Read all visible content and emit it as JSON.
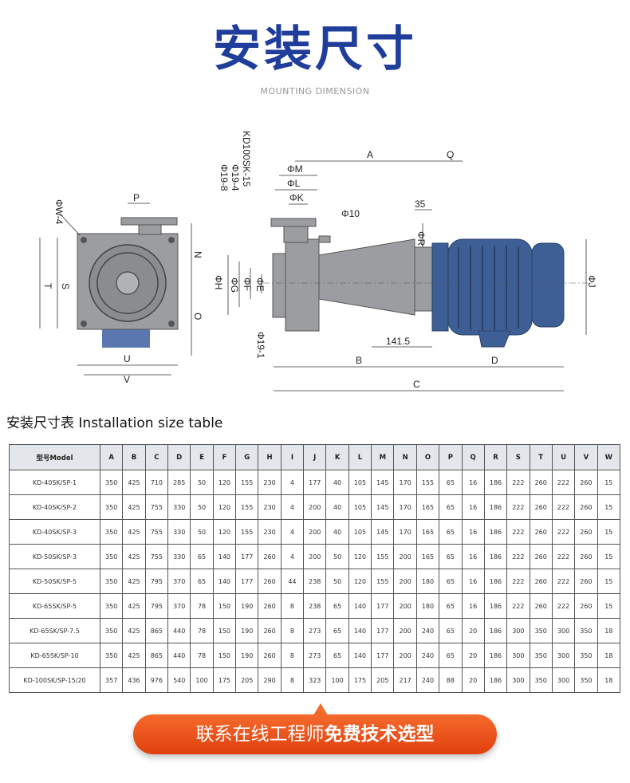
{
  "header": {
    "title": "安装尺寸",
    "subtitle": "MOUNTING DIMENSION"
  },
  "drawing": {
    "labels": {
      "A": "A",
      "Q": "Q",
      "M": "ΦM",
      "L": "ΦL",
      "K": "ΦK",
      "d10": "Φ10",
      "r35": "35",
      "R": "ΦR",
      "J": "ΦJ",
      "H": "ΦH",
      "G": "ΦG",
      "F": "ΦF",
      "E": "ΦE",
      "n191": "Φ19-1",
      "v1415": "141.5",
      "B": "B",
      "D": "D",
      "C": "C",
      "N": "N",
      "O": "O",
      "P": "P",
      "W4": "ΦW-4",
      "T": "T",
      "S": "S",
      "U": "U",
      "V": "V",
      "kd": "KD100SK-15",
      "p194": "Φ19-4",
      "p198": "Φ19-8"
    },
    "colors": {
      "pump": "#9b9da1",
      "motor": "#3e5f96",
      "base": "#5a77b0"
    }
  },
  "table": {
    "title": "安装尺寸表 Installation size table",
    "headers": [
      "型号Model",
      "A",
      "B",
      "C",
      "D",
      "E",
      "F",
      "G",
      "H",
      "I",
      "J",
      "K",
      "L",
      "M",
      "N",
      "O",
      "P",
      "Q",
      "R",
      "S",
      "T",
      "U",
      "V",
      "W"
    ],
    "rows": [
      [
        "KD-40SK/SP-1",
        "350",
        "425",
        "710",
        "285",
        "50",
        "120",
        "155",
        "230",
        "4",
        "177",
        "40",
        "105",
        "145",
        "170",
        "155",
        "65",
        "16",
        "186",
        "222",
        "260",
        "222",
        "260",
        "15"
      ],
      [
        "KD-40SK/SP-2",
        "350",
        "425",
        "755",
        "330",
        "50",
        "120",
        "155",
        "230",
        "4",
        "200",
        "40",
        "105",
        "145",
        "170",
        "165",
        "65",
        "16",
        "186",
        "222",
        "260",
        "222",
        "260",
        "15"
      ],
      [
        "KD-40SK/SP-3",
        "350",
        "425",
        "755",
        "330",
        "50",
        "120",
        "155",
        "230",
        "4",
        "200",
        "40",
        "105",
        "145",
        "170",
        "165",
        "65",
        "16",
        "186",
        "222",
        "260",
        "222",
        "260",
        "15"
      ],
      [
        "KD-50SK/SP-3",
        "350",
        "425",
        "755",
        "330",
        "65",
        "140",
        "177",
        "260",
        "4",
        "200",
        "50",
        "120",
        "155",
        "200",
        "165",
        "65",
        "16",
        "186",
        "222",
        "260",
        "222",
        "260",
        "15"
      ],
      [
        "KD-50SK/SP-5",
        "350",
        "425",
        "795",
        "370",
        "65",
        "140",
        "177",
        "260",
        "44",
        "238",
        "50",
        "120",
        "155",
        "200",
        "180",
        "65",
        "16",
        "186",
        "222",
        "260",
        "222",
        "260",
        "15"
      ],
      [
        "KD-65SK/SP-5",
        "350",
        "425",
        "795",
        "370",
        "78",
        "150",
        "190",
        "260",
        "8",
        "238",
        "65",
        "140",
        "177",
        "200",
        "180",
        "65",
        "16",
        "186",
        "222",
        "260",
        "222",
        "260",
        "15"
      ],
      [
        "KD-65SK/SP-7.5",
        "350",
        "425",
        "865",
        "440",
        "78",
        "150",
        "190",
        "260",
        "8",
        "273",
        "65",
        "140",
        "177",
        "200",
        "240",
        "65",
        "20",
        "186",
        "300",
        "350",
        "300",
        "350",
        "18"
      ],
      [
        "KD-65SK/SP-10",
        "350",
        "425",
        "865",
        "440",
        "78",
        "150",
        "190",
        "260",
        "8",
        "273",
        "65",
        "140",
        "177",
        "200",
        "240",
        "65",
        "20",
        "186",
        "300",
        "350",
        "300",
        "350",
        "18"
      ],
      [
        "KD-100SK/SP-15/20",
        "357",
        "436",
        "976",
        "540",
        "100",
        "175",
        "205",
        "290",
        "8",
        "323",
        "100",
        "175",
        "205",
        "217",
        "240",
        "88",
        "20",
        "186",
        "300",
        "350",
        "300",
        "350",
        "18"
      ]
    ]
  },
  "cta": {
    "text_normal": "联系在线工程师",
    "text_bold": "免费技术选型"
  }
}
